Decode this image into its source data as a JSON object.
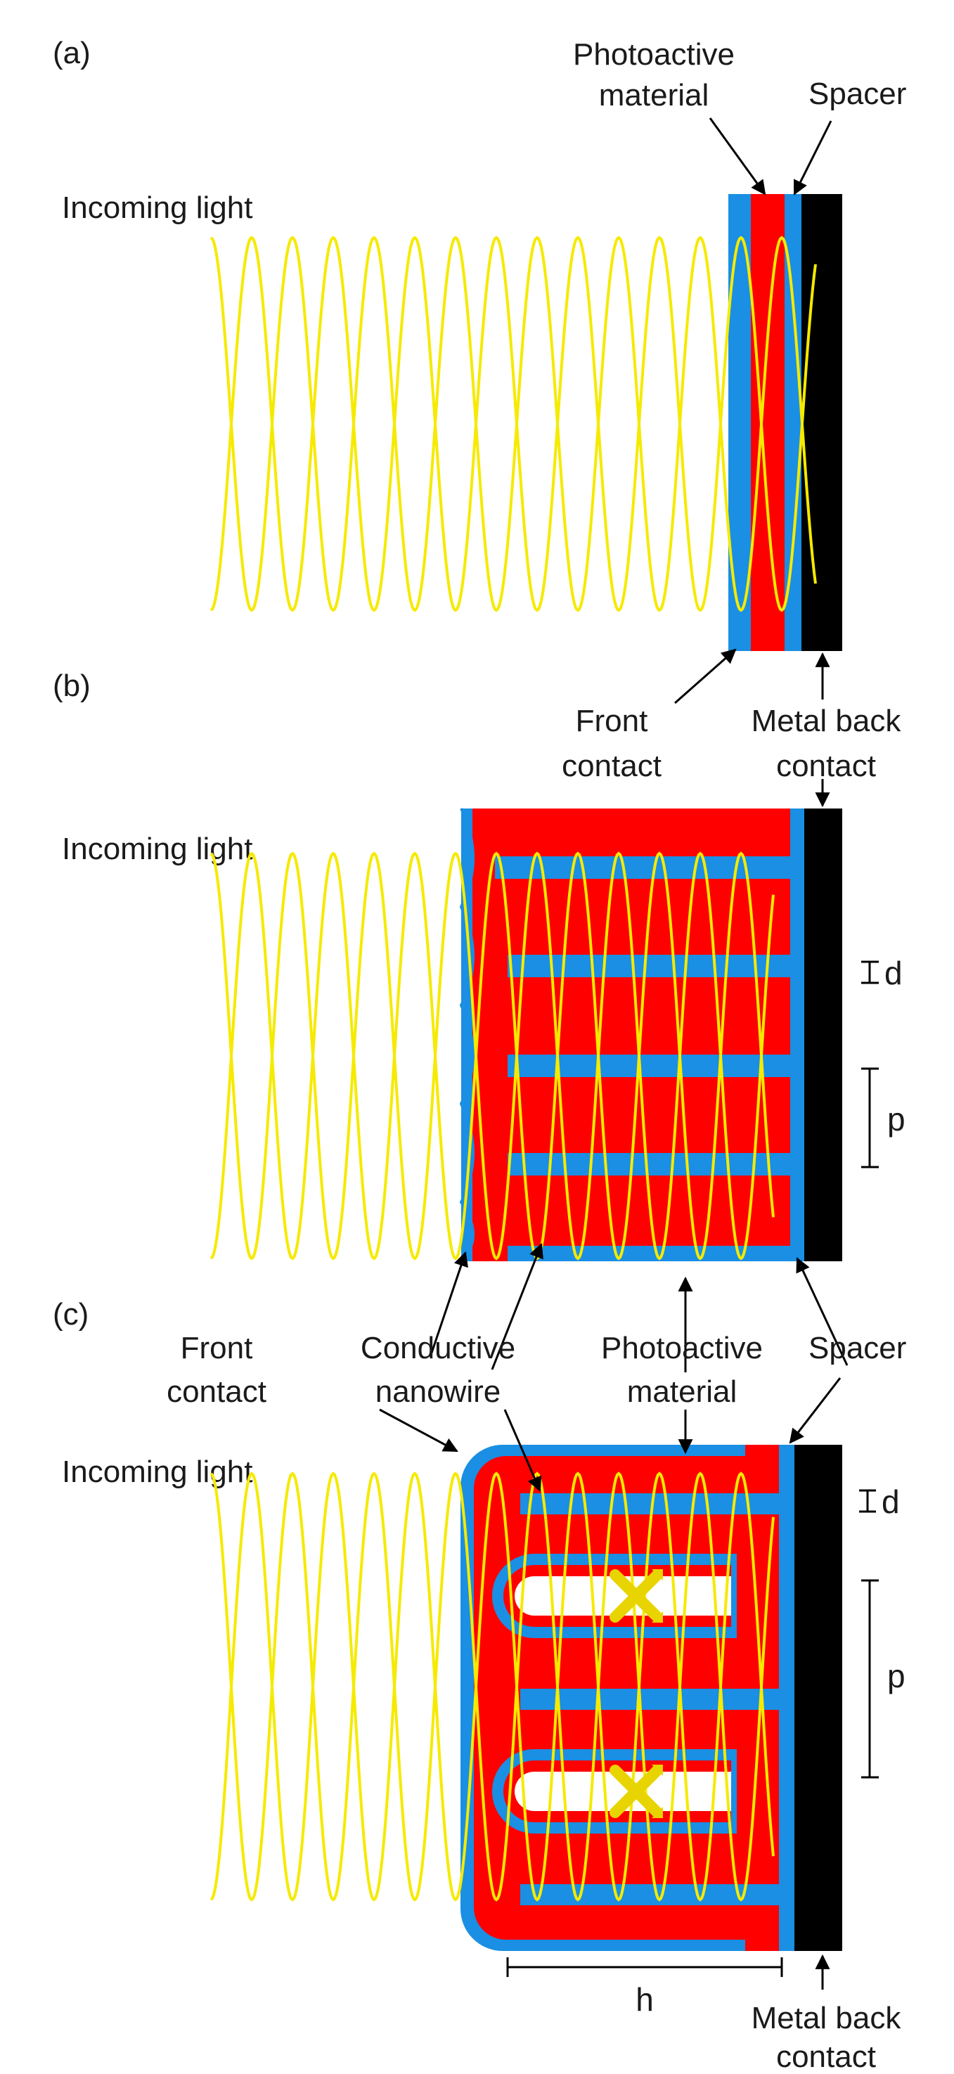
{
  "colors": {
    "photoactive": "#ff0000",
    "contact": "#1a8fe3",
    "metal": "#000000",
    "light": "#f5ea00",
    "scatter": "#e8d400",
    "background": "#ffffff"
  },
  "icons": [
    "arrow-head",
    "scatter-arrow-icon"
  ],
  "panels": [
    {
      "id": "a",
      "letter": "(a)",
      "incoming_light": "Incoming light",
      "photoactive_label": [
        "Photoactive",
        "material"
      ],
      "spacer_label": "Spacer",
      "front_contact_label": [
        "Front",
        "contact"
      ],
      "metal_back_label": [
        "Metal back",
        "contact"
      ]
    },
    {
      "id": "b",
      "letter": "(b)",
      "incoming_light": "Incoming light",
      "d_label": "d",
      "p_label": "p"
    },
    {
      "id": "c",
      "letter": "(c)",
      "incoming_light": "Incoming light",
      "front_contact_label": [
        "Front",
        "contact"
      ],
      "nanowire_label": [
        "Conductive",
        "nanowire"
      ],
      "photoactive_label": [
        "Photoactive",
        "material"
      ],
      "spacer_label": "Spacer",
      "d_label": "d",
      "p_label": "p",
      "h_label": "h",
      "metal_back_label": [
        "Metal back",
        "contact"
      ]
    }
  ]
}
